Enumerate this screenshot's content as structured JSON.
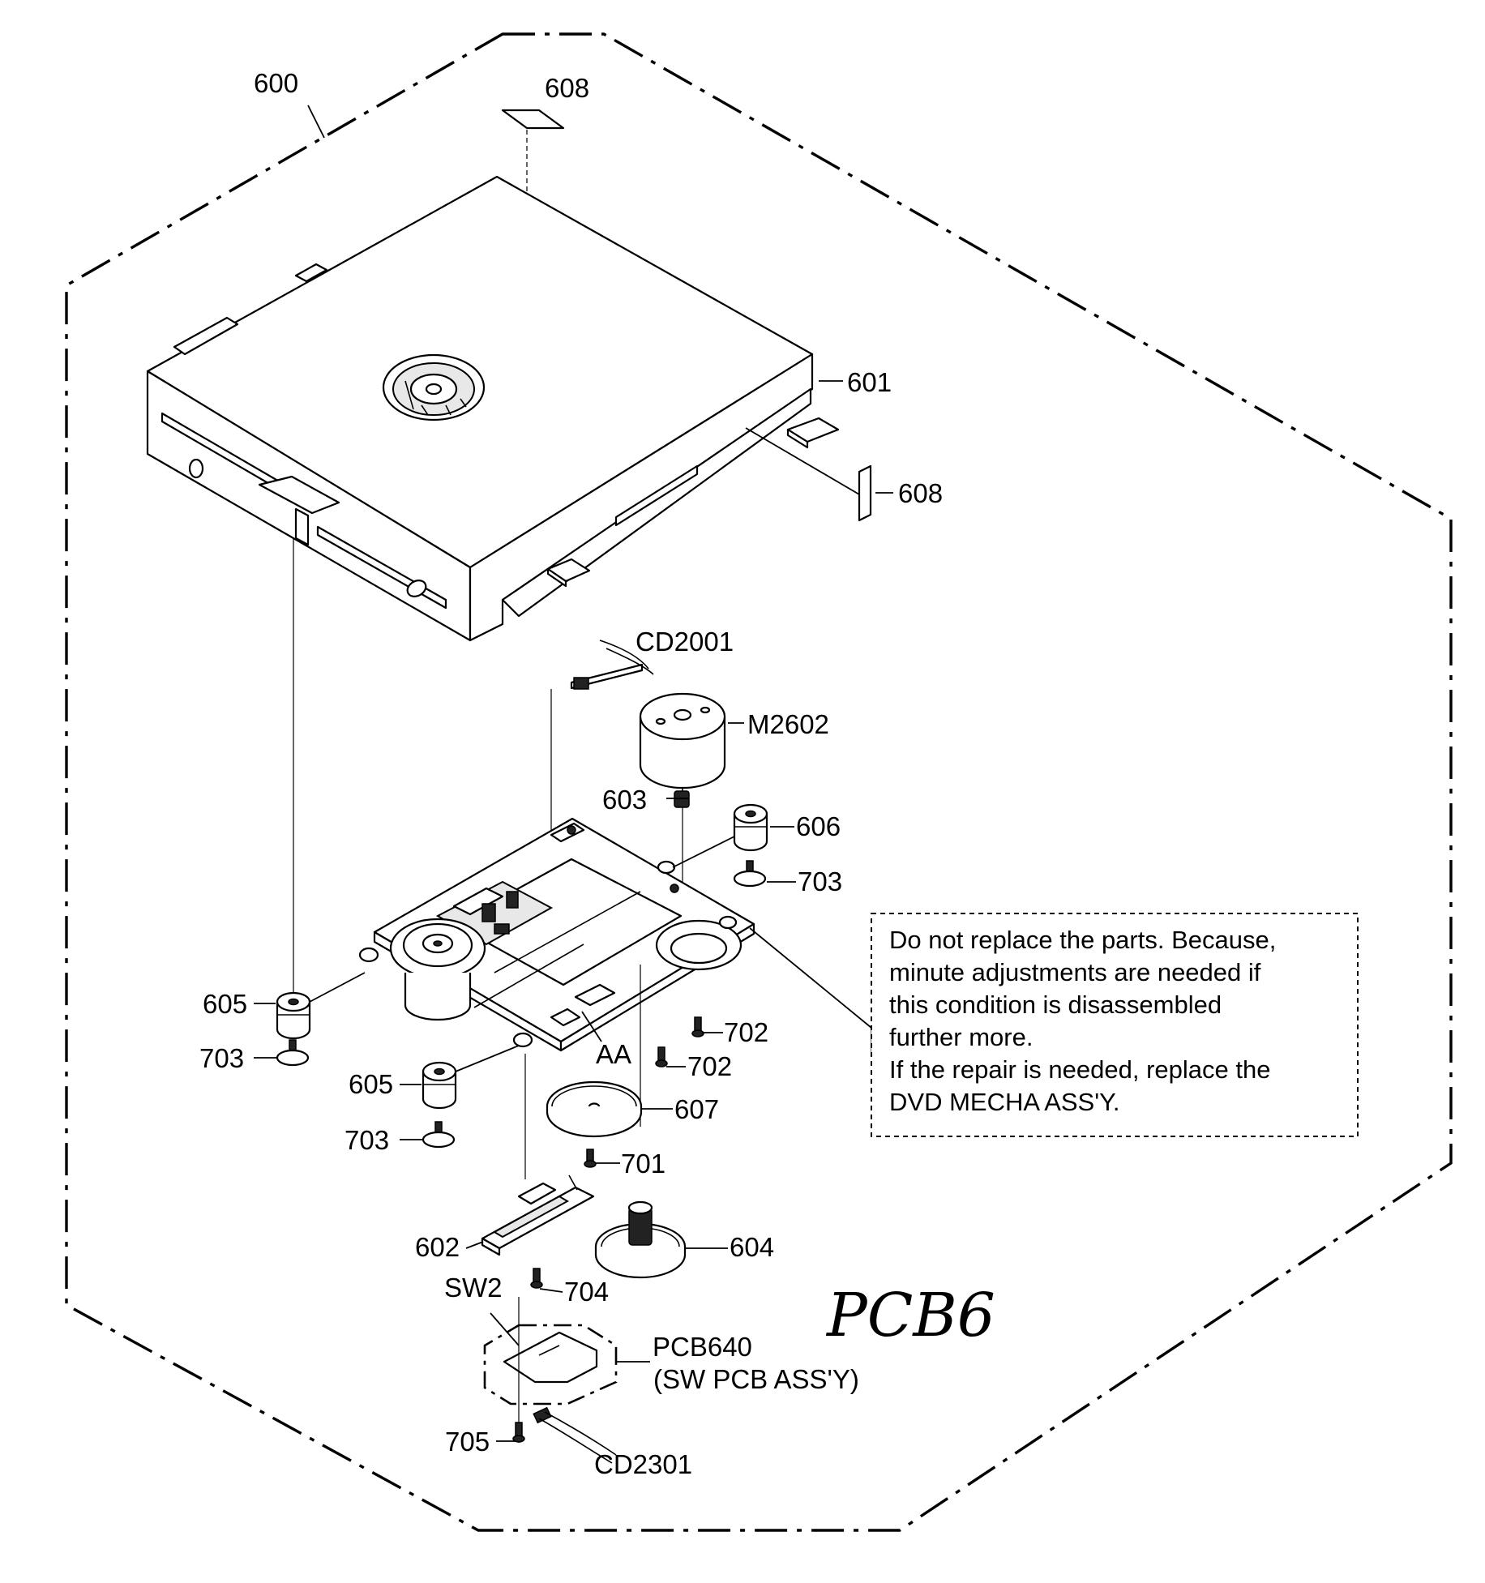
{
  "labels": {
    "assembly": "600",
    "cover_top_tape": "608",
    "mecha_base": "601",
    "side_tape": "608",
    "flex_cable_top": "CD2001",
    "motor": "M2602",
    "gear_small": "603",
    "damper_right": "606",
    "screw_right": "703",
    "damper_left_top": "605",
    "screw_left_top": "703",
    "damper_left_bottom": "605",
    "screw_left_bottom": "703",
    "screw_702_a": "702",
    "screw_702_b": "702",
    "detail_aa": "AA",
    "pulley": "607",
    "screw_701": "701",
    "switch_part": "602",
    "gear_large": "604",
    "screw_704": "704",
    "switch_sw2": "SW2",
    "pcb_label": "PCB640",
    "pcb_sub": "(SW PCB ASS'Y)",
    "screw_705": "705",
    "flex_cable_bottom": "CD2301"
  },
  "note": {
    "lines": [
      "Do not replace the parts. Because,",
      "minute adjustments are needed if",
      "this condition is disassembled",
      "further more.",
      "If the repair is needed, replace the",
      "DVD MECHA ASS'Y."
    ]
  },
  "handwritten": "PCB6"
}
